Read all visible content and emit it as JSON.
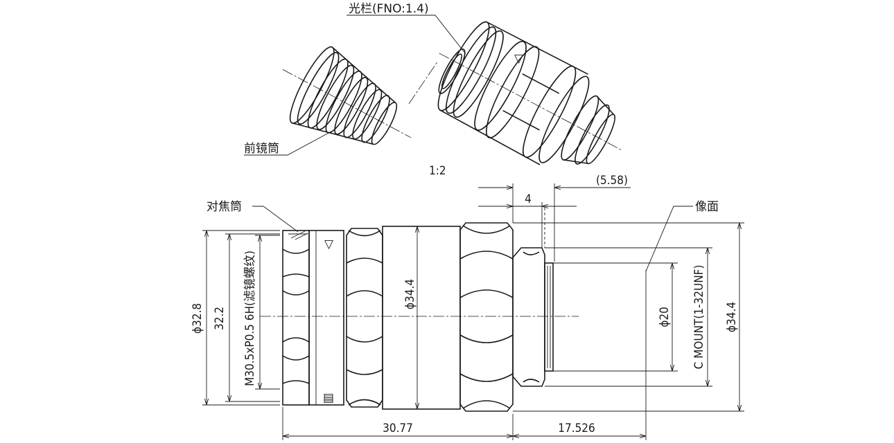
{
  "labels": {
    "aperture": "光栏(FNO:1.4)",
    "front_barrel": "前镜筒",
    "scale": "1:2",
    "focus_barrel": "对焦筒",
    "image_plane": "像面"
  },
  "dimensions": {
    "flange_ref": "(5.58)",
    "thread_len": "4",
    "dia_32_8": "ϕ32.8",
    "dia_32_2": "32.2",
    "filter_thread": "M30.5xP0.5 6H(滤镜螺纹)",
    "dia_34_4_mid": "ϕ34.4",
    "dia_20": "ϕ20",
    "mount": "C MOUNT(1-32UNF)",
    "dia_34_4_right": "ϕ34.4",
    "len_30_77": "30.77",
    "len_17_526": "17.526"
  },
  "colors": {
    "ink": "#1a1a1a",
    "paper": "#ffffff"
  }
}
